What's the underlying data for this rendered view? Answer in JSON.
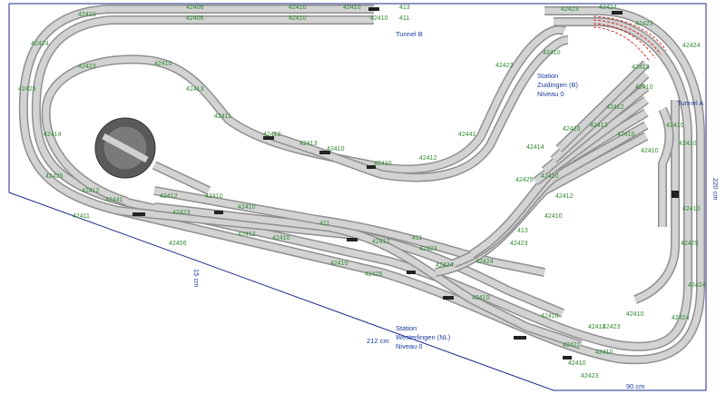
{
  "colors": {
    "board": "#1c2a8c",
    "track_edge": "#8f8f8f",
    "track_fill": "#d3d3d3",
    "piece_code": "#2e8b2e",
    "label": "#1c3aa0",
    "turntable": "#5a5a5a",
    "tunnel_arc": "#d00000"
  },
  "labels": {
    "tunnel_b": "Tunnel B",
    "tunnel_a": "Tunnel A",
    "station_zuidingen": [
      "Station",
      "Zuidingen (B)",
      "Niveau 0"
    ],
    "station_westerlingen": [
      "Station",
      "Westerlingen (NL)",
      "Niveau 0"
    ]
  },
  "dimensions": {
    "width_212": "212 cm",
    "depth_15": "15 cm",
    "depth_90": "90 cm",
    "height_220": "220 cm"
  },
  "piece_codes": [
    "42406",
    "42410",
    "42410",
    "42410",
    "413",
    "42406",
    "42410",
    "411",
    "42423",
    "42424",
    "42425",
    "42423",
    "42410",
    "42413",
    "42411",
    "42414",
    "42412",
    "42413",
    "42410",
    "42410",
    "42412",
    "42441",
    "42423",
    "42410",
    "42423",
    "42424",
    "42412",
    "42441",
    "42425",
    "42411",
    "42412",
    "42410",
    "42423",
    "42406",
    "42410",
    "42412",
    "42410",
    "411",
    "42410",
    "42412",
    "42423",
    "42424",
    "42424",
    "42410",
    "42423",
    "42410",
    "42411",
    "42410",
    "42422",
    "42410",
    "42410",
    "42423",
    "42424",
    "42424",
    "42425",
    "42410",
    "413",
    "42410",
    "42412",
    "42410",
    "42425",
    "42414",
    "42410",
    "42413",
    "42412",
    "42410",
    "42413",
    "42410",
    "42410",
    "42423",
    "42410",
    "42424",
    "42410",
    "411",
    "42425",
    "42423"
  ]
}
